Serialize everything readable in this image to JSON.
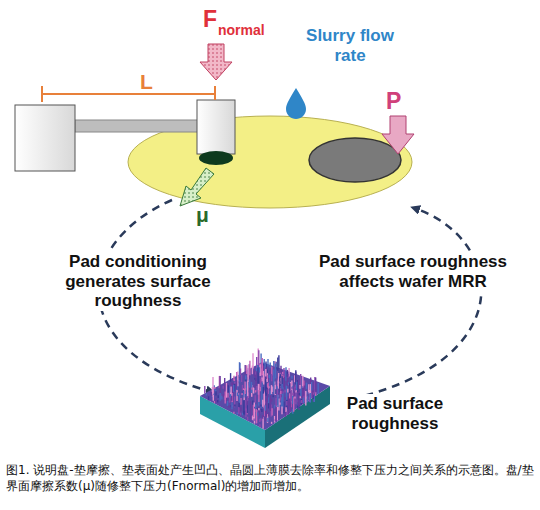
{
  "diagram": {
    "caption": "图1. 说明盘-垫摩擦、垫表面处产生凹凸、晶圆上薄膜去除率和修整下压力之间关系的示意图。盘/垫界面摩擦系数(μ)随修整下压力(Fnormal)的增加而增加。",
    "labels": [
      "L",
      "F",
      "normal",
      "Slurry flow rate",
      "P",
      "μ",
      "Pad conditioning generates surface roughness",
      "Pad surface roughness affects wafer MRR",
      "Pad surface roughness"
    ]
  }
}
